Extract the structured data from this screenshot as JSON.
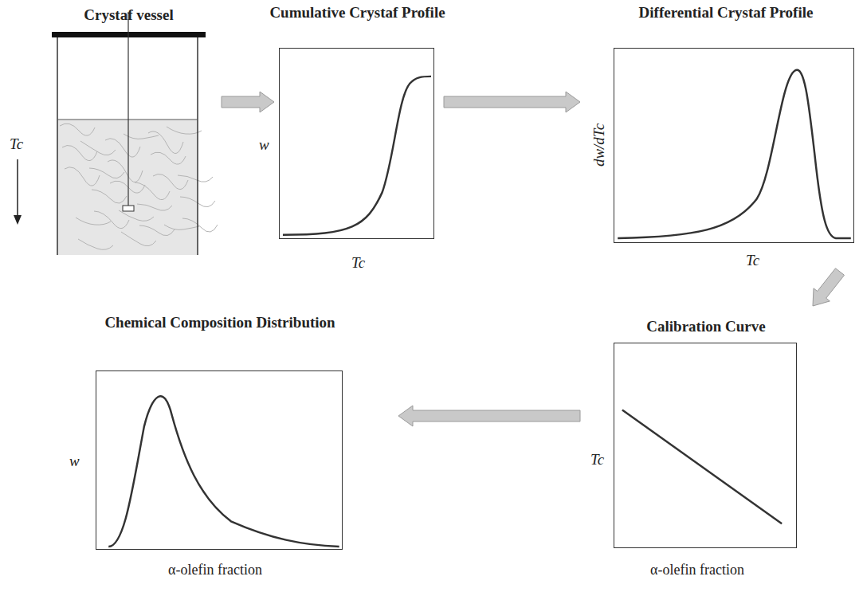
{
  "diagram": {
    "nodes": [
      {
        "text": [
          "Crystaf vessel"
        ]
      },
      {
        "text": [
          "Cumulative Crystaf Profile",
          "w",
          "Tc"
        ]
      },
      {
        "text": [
          "Differential Crystaf Profile",
          "dw/dTc",
          "Tc"
        ]
      },
      {
        "text": [
          "Calibration Curve",
          "Tc",
          "α-olefin fraction"
        ]
      },
      {
        "text": [
          "Chemical Composition Distribution",
          "w",
          "α-olefin fraction"
        ]
      }
    ],
    "edges": [
      {
        "from": 0,
        "to": 1,
        "arrow": "to"
      },
      {
        "from": 1,
        "to": 2,
        "arrow": "to"
      },
      {
        "from": 2,
        "to": 3,
        "arrow": "to"
      },
      {
        "from": 3,
        "to": 4,
        "arrow": "to"
      }
    ],
    "labels": [
      "Tc"
    ]
  }
}
